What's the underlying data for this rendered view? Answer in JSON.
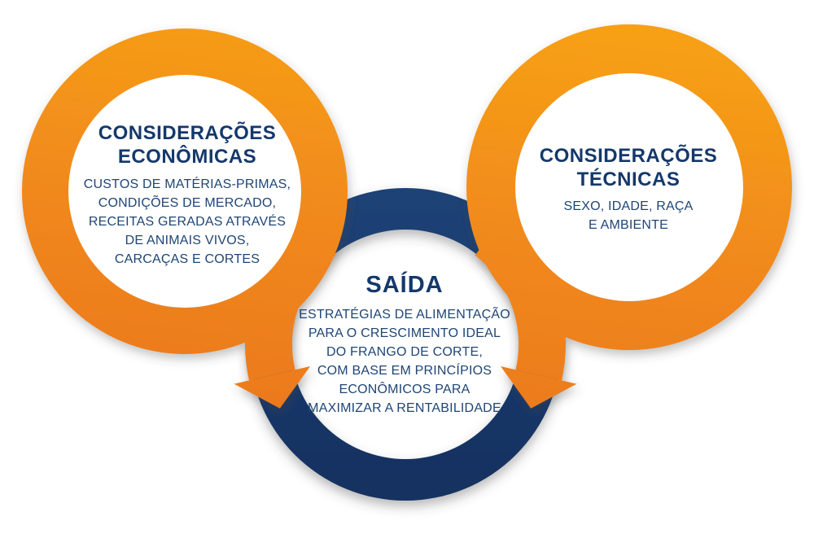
{
  "diagram": {
    "description": "Three-ring flow diagram: two orange consideration rings feed arrows into a navy output ring",
    "colors": {
      "orange_top": "#F7A015",
      "orange_bottom": "#EB781F",
      "navy_top": "#1F4377",
      "navy_bottom": "#13305F",
      "title_text": "#14386B",
      "body_text": "#1E4575",
      "background": "#FFFFFF"
    },
    "circles": {
      "economic": {
        "title_line1": "CONSIDERAÇÕES",
        "title_line2": "ECONÔMICAS",
        "body_lines": [
          "CUSTOS DE MATÉRIAS-PRIMAS,",
          "CONDIÇÕES DE MERCADO,",
          "RECEITAS GERADAS ATRAVÉS",
          "DE ANIMAIS VIVOS,",
          "CARCAÇAS E CORTES"
        ]
      },
      "technical": {
        "title_line1": "CONSIDERAÇÕES",
        "title_line2": "TÉCNICAS",
        "body_lines": [
          "SEXO, IDADE, RAÇA",
          "E AMBIENTE"
        ]
      },
      "output": {
        "title": "SAÍDA",
        "body_lines": [
          "ESTRATÉGIAS DE ALIMENTAÇÃO",
          "PARA O CRESCIMENTO IDEAL",
          "DO FRANGO DE CORTE,",
          "COM BASE EM PRINCÍPIOS",
          "ECONÔMICOS PARA",
          "MAXIMIZAR A RENTABILIDADE"
        ]
      }
    }
  }
}
